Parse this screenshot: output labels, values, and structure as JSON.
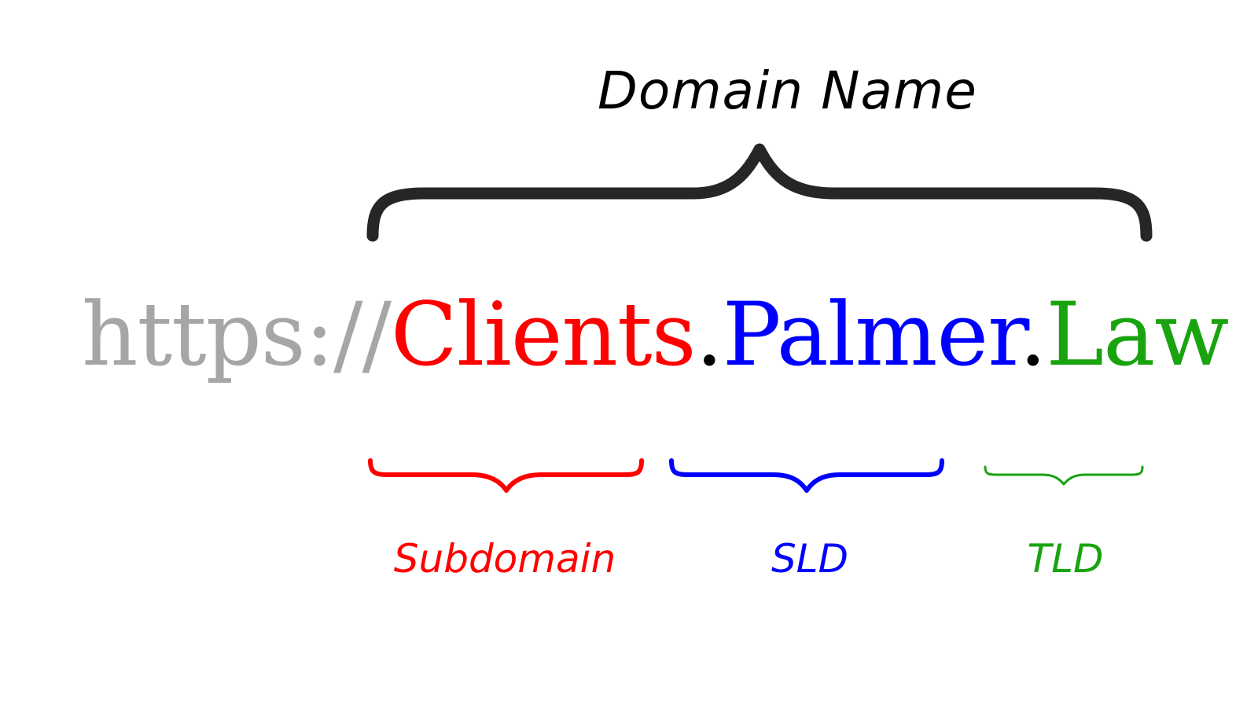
{
  "heading": "Domain Name",
  "url": {
    "scheme": "https://",
    "subdomain": "Clients",
    "dot_1": ".",
    "sld": "Palmer",
    "dot_2": ".",
    "tld": "Law"
  },
  "labels": {
    "subdomain": "Subdomain",
    "sld": "SLD",
    "tld": "TLD"
  },
  "colors": {
    "scheme": "#a6a6a6",
    "subdomain": "#ff0000",
    "sld": "#0000ff",
    "tld": "#19a30f",
    "dot": "#000000",
    "brace": "#262626",
    "heading": "#000000"
  }
}
